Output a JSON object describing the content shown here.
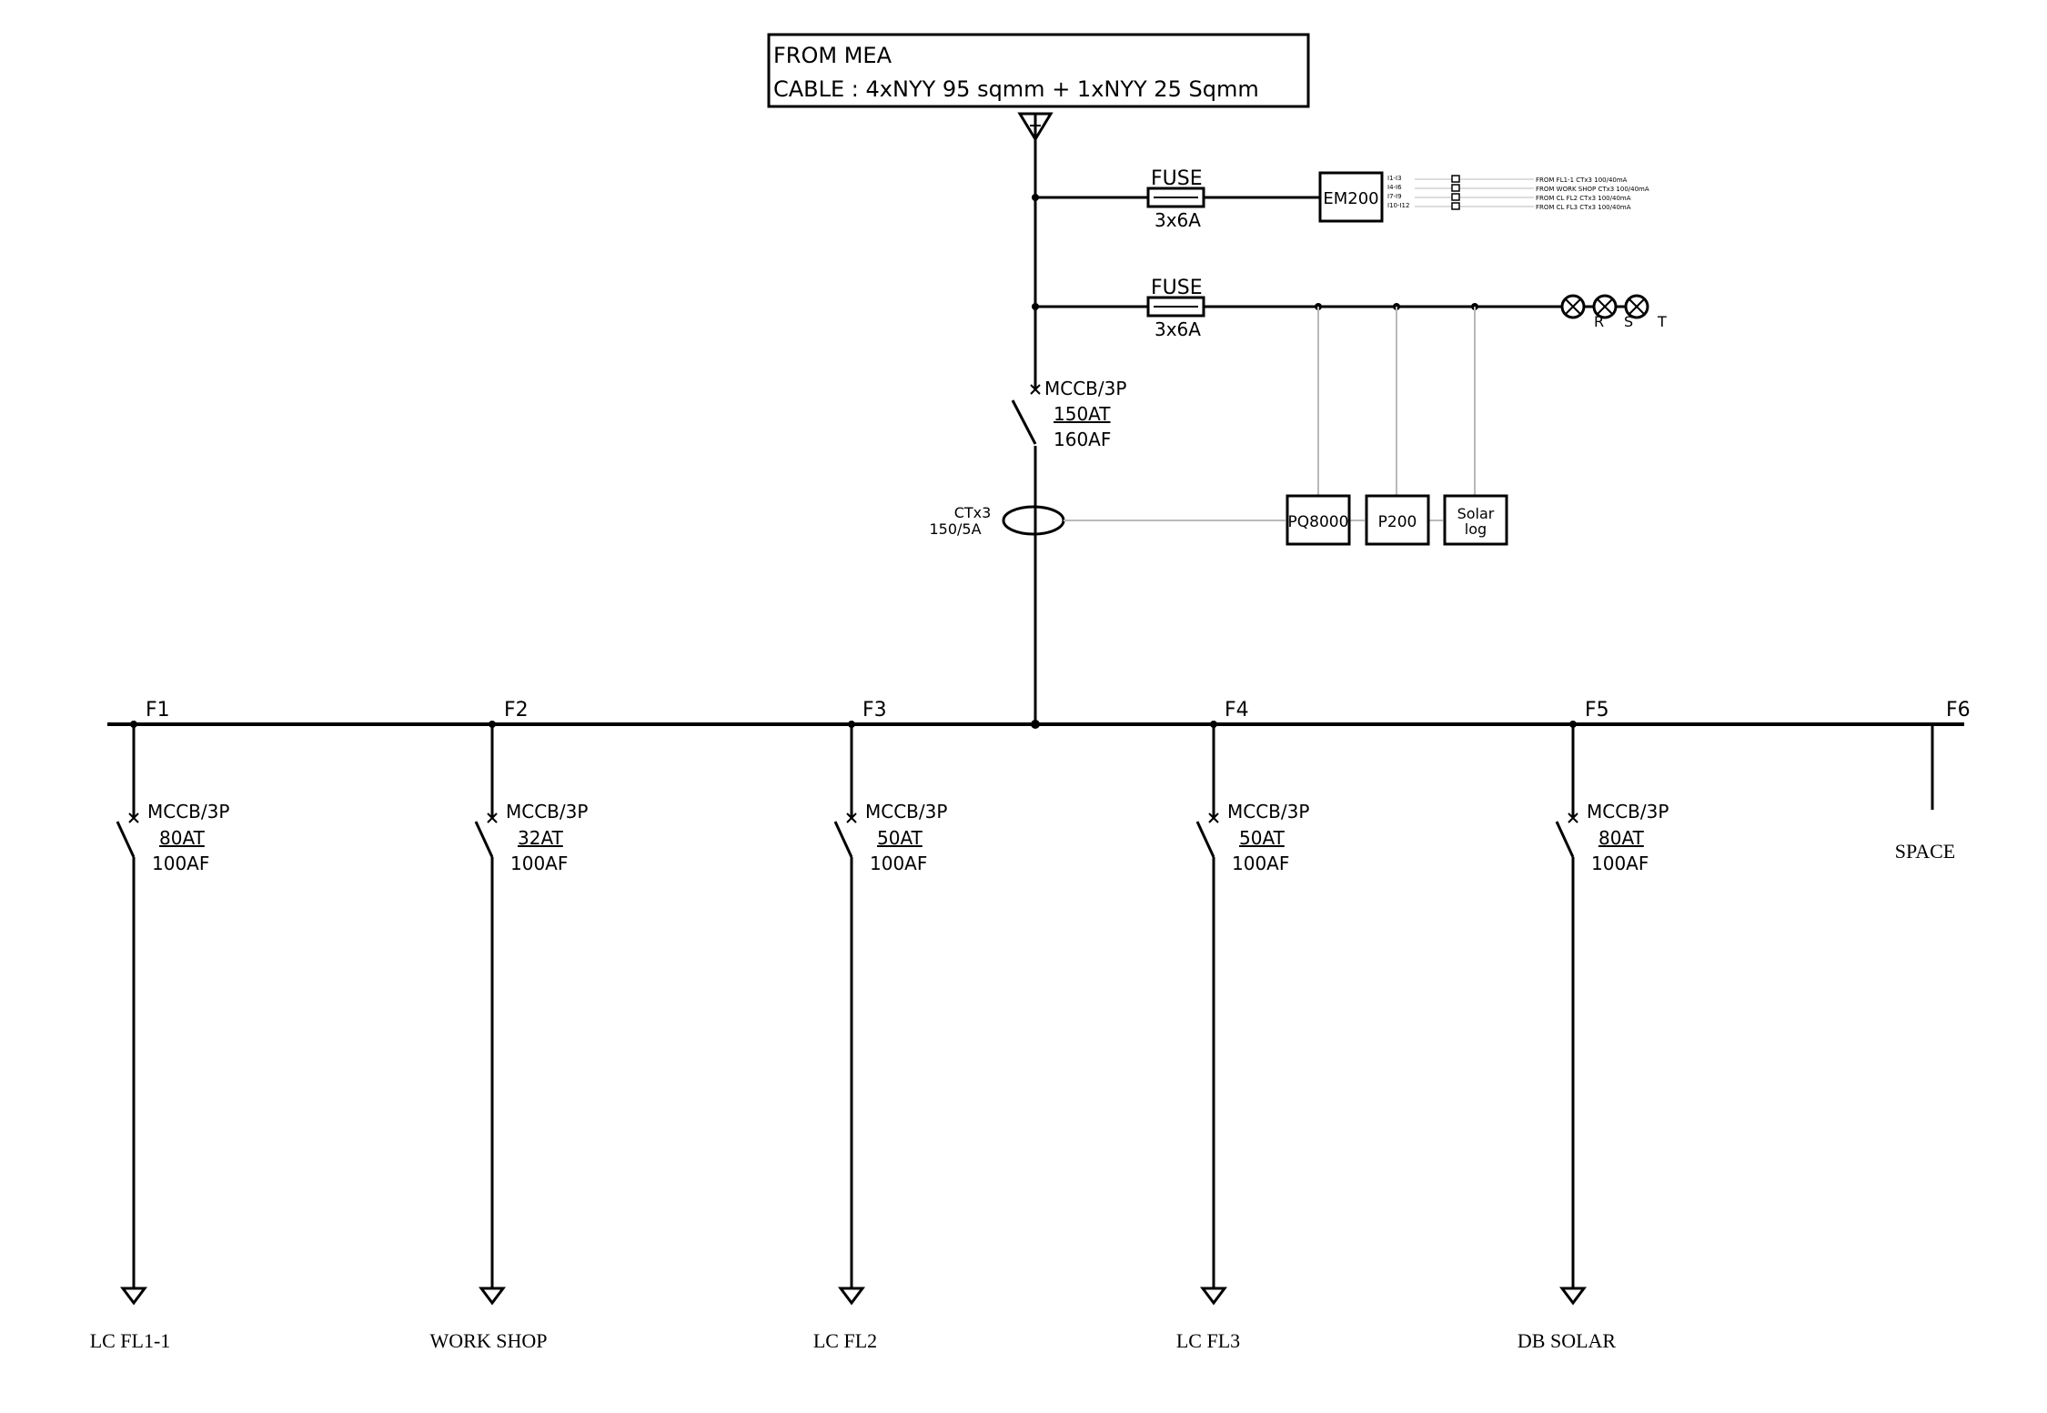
{
  "source": {
    "line1": "FROM MEA",
    "line2": "CABLE : 4xNYY 95 sqmm + 1xNYY 25 Sqmm"
  },
  "fuse_meter": {
    "label": "FUSE",
    "rating": "3x6A"
  },
  "em200": {
    "label": "EM200",
    "inputs": [
      {
        "channels": "I1-I3",
        "text": "FROM FL1-1 CTx3 100/40mA"
      },
      {
        "channels": "I4-I6",
        "text": "FROM WORK SHOP CTx3 100/40mA"
      },
      {
        "channels": "I7-I9",
        "text": "FROM CL FL2 CTx3 100/40mA"
      },
      {
        "channels": "I10-I12",
        "text": "FROM CL FL3 CTx3 100/40mA"
      }
    ]
  },
  "fuse_lamps": {
    "label": "FUSE",
    "rating": "3x6A"
  },
  "pilot_lamps": [
    "R",
    "S",
    "T"
  ],
  "main_breaker": {
    "type": "MCCB/3P",
    "trip": "150AT",
    "frame": "160AF"
  },
  "ct": {
    "label": "CTx3",
    "ratio": "150/5A"
  },
  "instruments": {
    "pq": "PQ8000",
    "p200": "P200",
    "solar_line1": "Solar",
    "solar_line2": "log"
  },
  "feeders": [
    {
      "id": "F1",
      "breaker": "MCCB/3P",
      "trip": "80AT",
      "frame": "100AF",
      "load": "LC FL1-1"
    },
    {
      "id": "F2",
      "breaker": "MCCB/3P",
      "trip": "32AT",
      "frame": "100AF",
      "load": "WORK SHOP"
    },
    {
      "id": "F3",
      "breaker": "MCCB/3P",
      "trip": "50AT",
      "frame": "100AF",
      "load": "LC FL2"
    },
    {
      "id": "F4",
      "breaker": "MCCB/3P",
      "trip": "50AT",
      "frame": "100AF",
      "load": "LC FL3"
    },
    {
      "id": "F5",
      "breaker": "MCCB/3P",
      "trip": "80AT",
      "frame": "100AF",
      "load": "DB SOLAR"
    }
  ],
  "spare": {
    "id": "F6",
    "label": "SPACE"
  }
}
